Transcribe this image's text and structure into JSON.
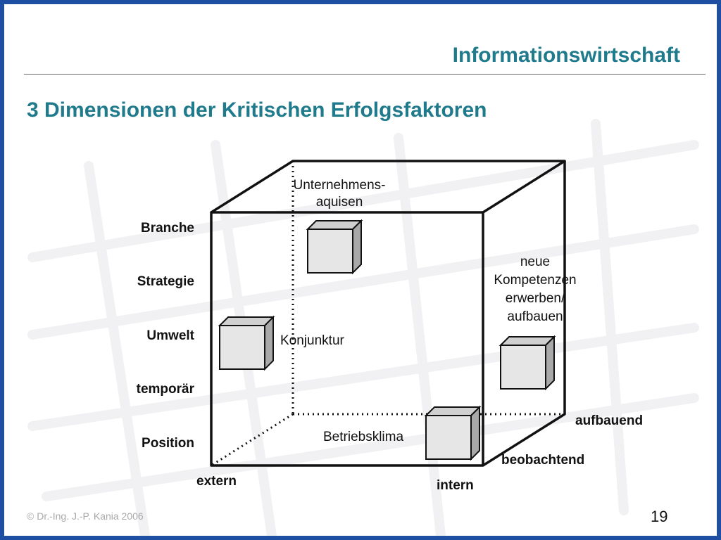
{
  "header": {
    "title": "Informationswirtschaft"
  },
  "slide": {
    "subtitle": "3 Dimensionen der Kritischen Erfolgsfaktoren"
  },
  "axes": {
    "vertical_factors": [
      "Branche",
      "Strategie",
      "Umwelt",
      "temporär",
      "Position"
    ],
    "horizontal": {
      "left": "extern",
      "right": "intern"
    },
    "depth": {
      "front": "beobachtend",
      "back": "aufbauend"
    }
  },
  "cube_labels": {
    "top": [
      "Unternehmens-",
      "aquisen"
    ],
    "middle_left": "Konjunktur",
    "bottom": "Betriebsklima",
    "right": [
      "neue",
      "Kompetenzen",
      "erwerben/",
      "aufbauen"
    ]
  },
  "footer": {
    "copyright": "©  Dr.-Ing. J.-P. Kania 2006",
    "page": "19"
  },
  "colors": {
    "title": "#1f7a8c",
    "frame": "#1f4fa3",
    "box_face": "#e6e6e6",
    "box_side": "#a9a9a9"
  }
}
